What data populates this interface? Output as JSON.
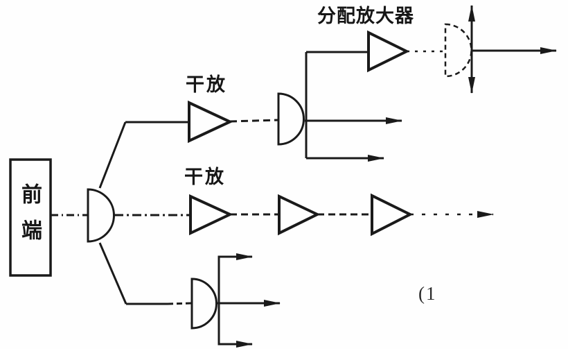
{
  "diagram": {
    "description": "CATV network block schematic",
    "colors": {
      "ink": "#1a1a1a",
      "background": "#fefefe"
    },
    "labels": {
      "front_end": "前端",
      "trunk_amp_top": "干放",
      "trunk_amp_middle": "干放",
      "distribution_amp": "分配放大器",
      "figure_mark": "(1"
    },
    "components": [
      {
        "name": "front-end-box",
        "type": "headend",
        "label": "前端"
      },
      {
        "name": "splitter-main",
        "type": "splitter"
      },
      {
        "name": "trunk-amplifier-top",
        "type": "amplifier",
        "label": "干放"
      },
      {
        "name": "splitter-top",
        "type": "splitter"
      },
      {
        "name": "distribution-amplifier",
        "type": "amplifier",
        "label": "分配放大器"
      },
      {
        "name": "splitter-distribution",
        "type": "splitter-dashed"
      },
      {
        "name": "trunk-amplifier-mid-1",
        "type": "amplifier",
        "label": "干放"
      },
      {
        "name": "trunk-amplifier-mid-2",
        "type": "amplifier"
      },
      {
        "name": "trunk-amplifier-mid-3",
        "type": "amplifier"
      },
      {
        "name": "splitter-bottom",
        "type": "splitter"
      }
    ]
  }
}
